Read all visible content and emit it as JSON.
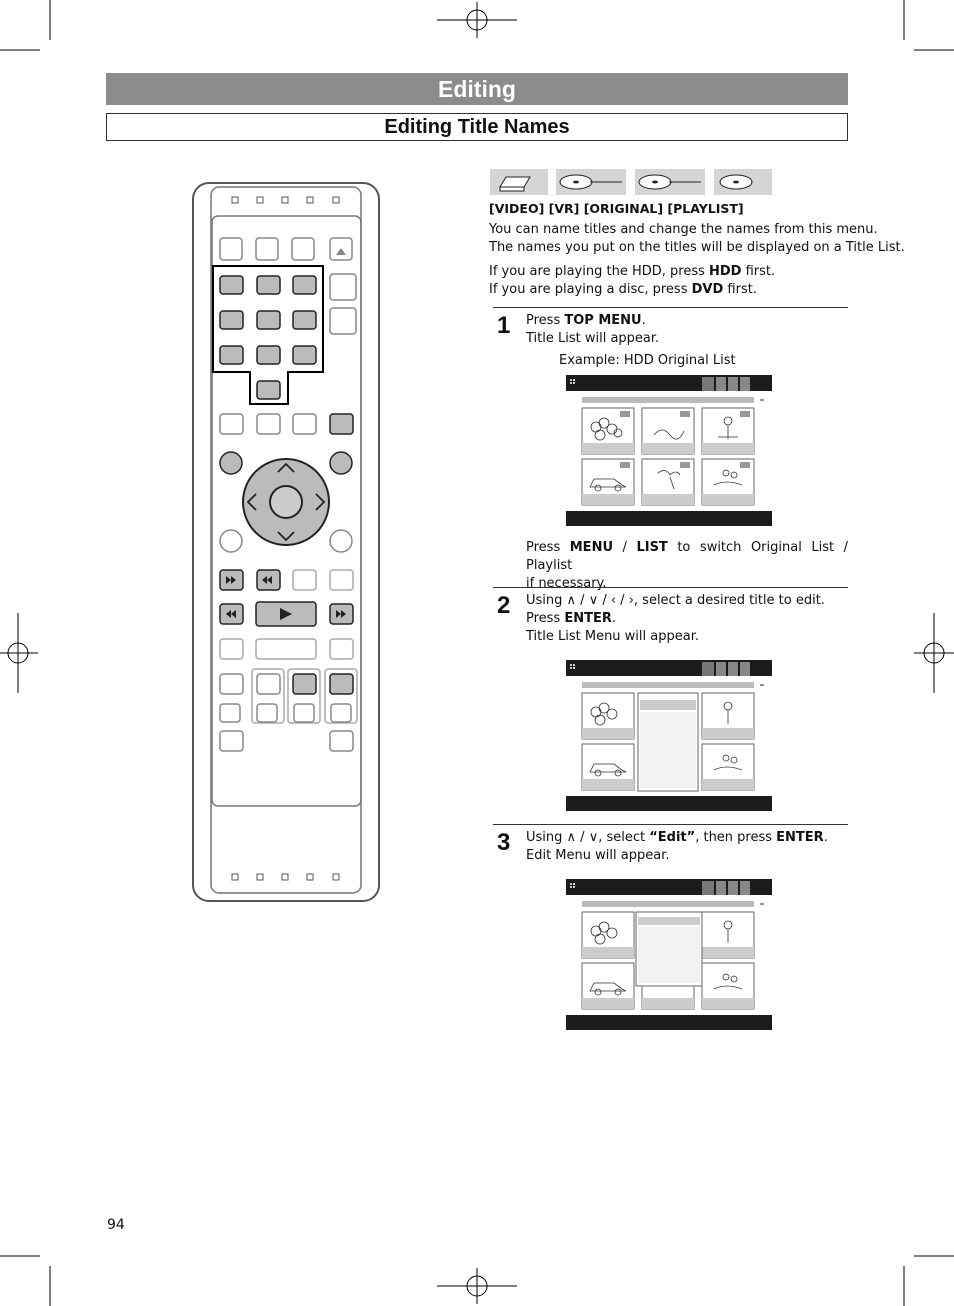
{
  "header": {
    "section": "Editing",
    "title": "Editing Title Names"
  },
  "disc_icons": [
    "hdd-icon",
    "dvd-video-icon",
    "dvd-vr-icon",
    "dvd-playlist-icon"
  ],
  "modes": "[VIDEO] [VR] [ORIGINAL] [PLAYLIST]",
  "intro": {
    "line1": "You can name titles and change the names from this menu.",
    "line2": "The names you put on the titles will be displayed on a Title List.",
    "hdd_pre": "If you are playing the HDD, press ",
    "hdd_key": "HDD",
    "hdd_post": " first.",
    "dvd_pre": "If you are playing a disc, press ",
    "dvd_key": "DVD",
    "dvd_post": " first."
  },
  "steps": [
    {
      "number": "1",
      "l1_pre": "Press ",
      "l1_key": "TOP MENU",
      "l1_post": ".",
      "l2": "Title List will appear.",
      "example": "Example: HDD Original List",
      "after_pre": "Press ",
      "after_key1": "MENU",
      "after_sep": " / ",
      "after_key2": "LIST",
      "after_post": " to switch Original List / Playlist",
      "after_line2": "if necessary."
    },
    {
      "number": "2",
      "l1_pre": "Using ",
      "l1_arrows": "∧ / ∨ / ‹ / ›",
      "l1_post": ", select a desired title to edit.",
      "l2_pre": "Press ",
      "l2_key": "ENTER",
      "l2_post": ".",
      "l3": "Title List Menu will appear."
    },
    {
      "number": "3",
      "l1_pre": "Using ",
      "l1_arrows": "∧ / ∨",
      "l1_mid": ", select ",
      "l1_key1": "“Edit”",
      "l1_mid2": ", then press ",
      "l1_key2": "ENTER",
      "l1_post": ".",
      "l2": "Edit Menu will appear."
    }
  ],
  "page_number": "94"
}
